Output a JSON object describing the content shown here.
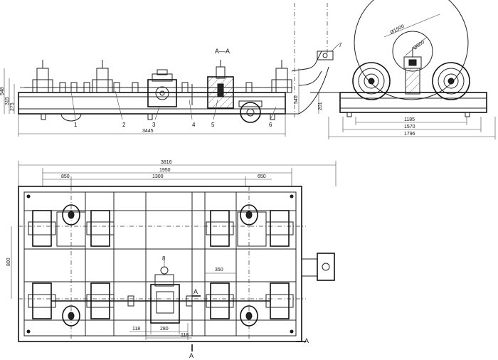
{
  "section_title": "A—A",
  "section_marks": [
    "A",
    "A",
    "A"
  ],
  "part_numbers": [
    "1",
    "2",
    "3",
    "4",
    "5",
    "6",
    "7",
    "8"
  ],
  "dimensions": {
    "overall_length_front": "3445",
    "height_left_1": "548",
    "height_left_2": "315",
    "height_left_3": "275",
    "height_right_front": "540",
    "height_side": "201",
    "side_width_1": "1185",
    "side_width_2": "1570",
    "side_width_3": "1796",
    "big_wheel_dia": "Ø1500",
    "roller_dia": "Ø800",
    "plan_overall": "3816",
    "plan_1950": "1950",
    "plan_1300": "1300",
    "plan_850": "850",
    "plan_650": "650",
    "plan_800": "800",
    "plan_350": "350",
    "plan_118_left": "118",
    "plan_280": "280",
    "plan_118_right": "118"
  }
}
